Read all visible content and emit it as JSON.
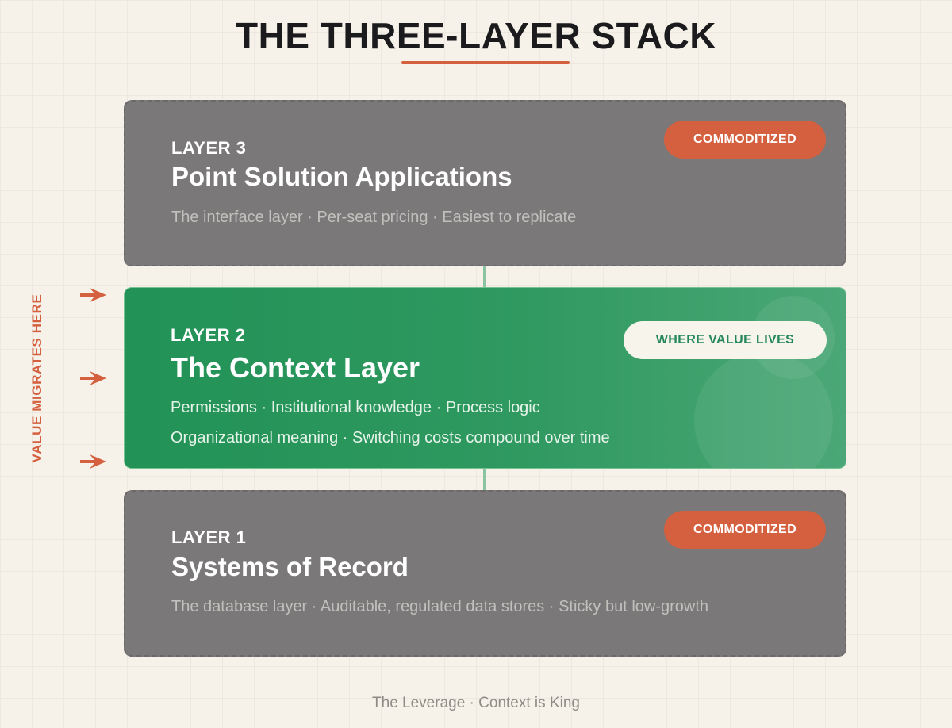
{
  "title": "THE THREE-LAYER STACK",
  "side_label": "VALUE MIGRATES HERE",
  "layers": [
    {
      "number": "LAYER 3",
      "name": "Point Solution Applications",
      "badge": "COMMODITIZED",
      "description": [
        "The interface layer · Per-seat pricing · Easiest to replicate"
      ]
    },
    {
      "number": "LAYER 2",
      "name": "The Context Layer",
      "badge": "WHERE VALUE LIVES",
      "description": [
        "Permissions · Institutional knowledge · Process logic",
        "Organizational meaning · Switching costs compound over time"
      ]
    },
    {
      "number": "LAYER 1",
      "name": "Systems of Record",
      "badge": "COMMODITIZED",
      "description": [
        "The database layer · Auditable, regulated data stores · Sticky but low-growth"
      ]
    }
  ],
  "footer": "The Leverage · Context is King",
  "colors": {
    "accent": "#d4603f",
    "green": "#2a9a5e",
    "gray_layer": "#7a7878",
    "background": "#f6f2e9"
  },
  "icons": [
    "arrow-right-icon",
    "arrow-right-icon",
    "arrow-right-icon"
  ]
}
